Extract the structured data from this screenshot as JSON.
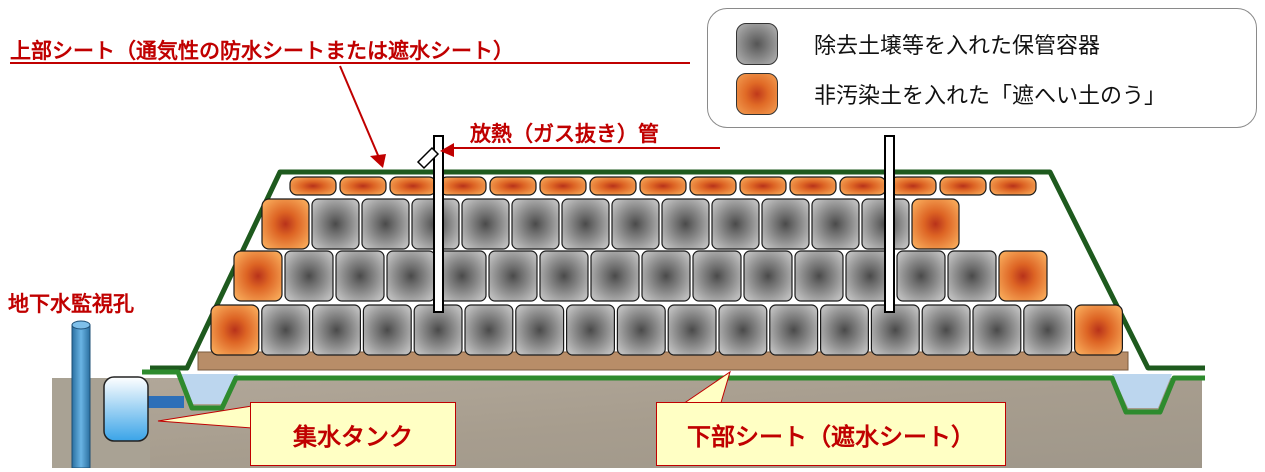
{
  "labels": {
    "top_sheet": "上部シート（通気性の防水シートまたは遮水シート）",
    "vent_pipe": "放熱（ガス抜き）管",
    "monitoring_well": "地下水監視孔",
    "collection_tank": "集水タンク",
    "bottom_sheet": "下部シート（遮水シート）"
  },
  "legend": {
    "items": [
      {
        "label": "除去土壌等を入れた保管容器",
        "icon": "grey-container-icon"
      },
      {
        "label": "非汚染土を入れた「遮へい土のう」",
        "icon": "orange-sandbag-icon"
      }
    ]
  },
  "colors": {
    "label_red": "#c00000",
    "sheet_green": "#1e5a1e",
    "container_grey": "#8c8c8c",
    "sandbag_orange": "#e0702a",
    "callout_yellow": "#ffffc4",
    "water_blue": "#6fa8dc"
  }
}
